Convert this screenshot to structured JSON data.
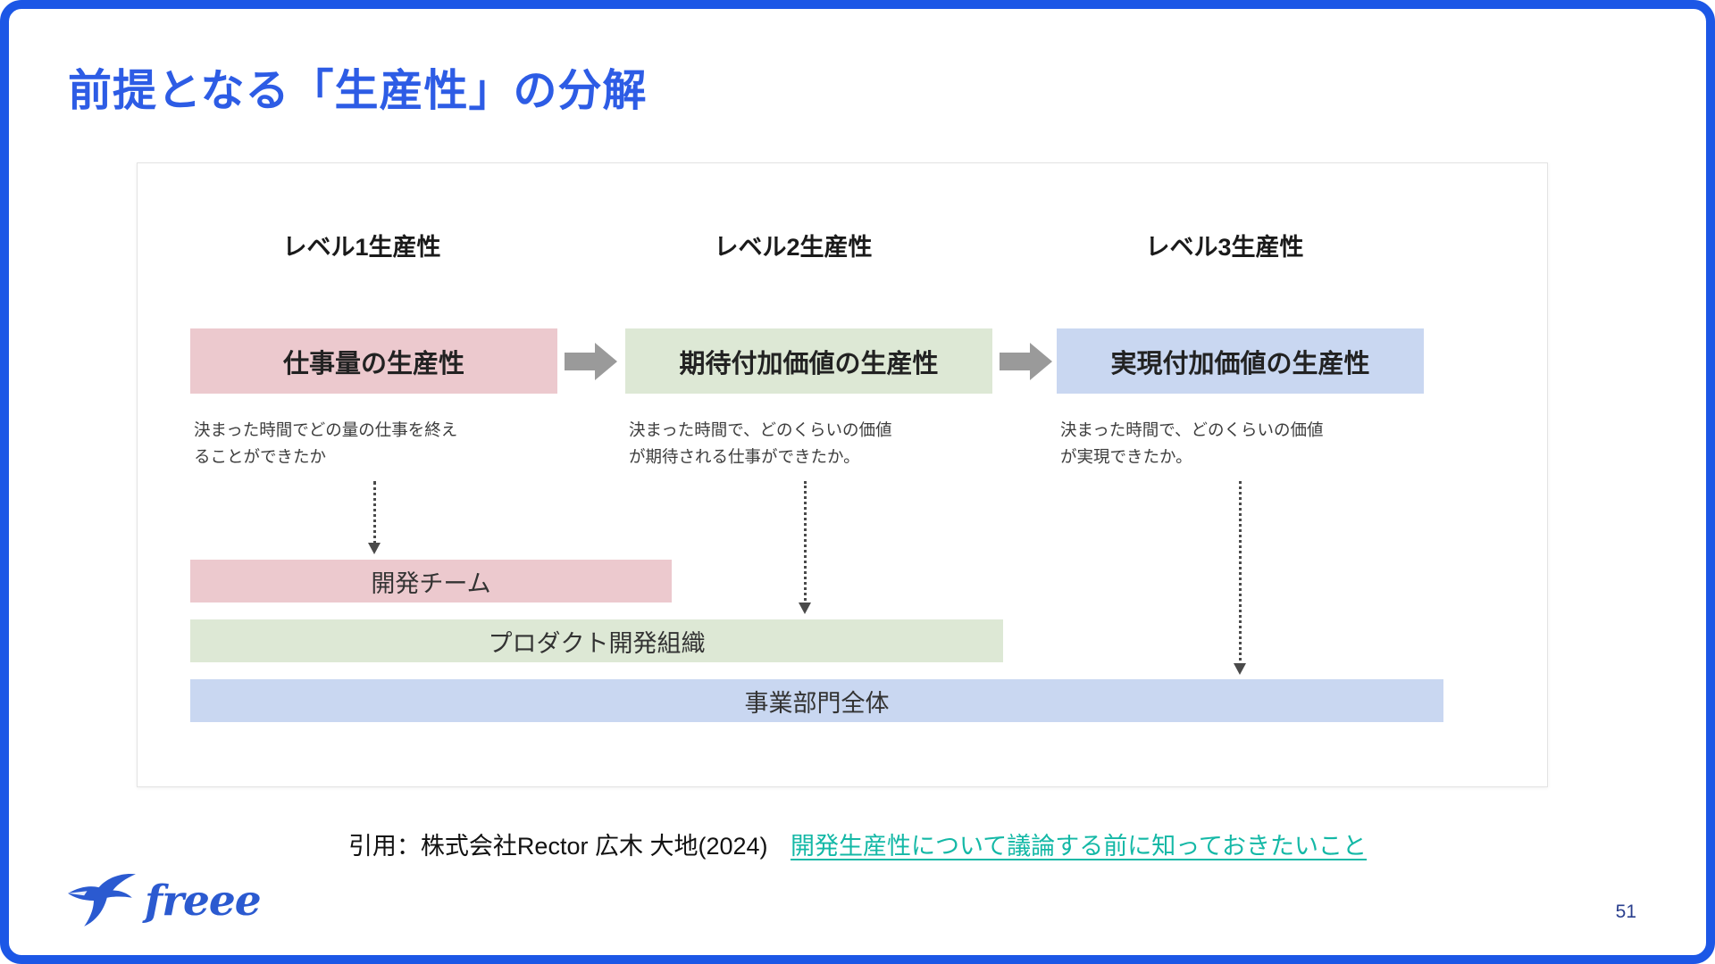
{
  "slide": {
    "title": "前提となる「生産性」の分解",
    "page_number": "51",
    "accent_color": "#1c57e6",
    "logo_text": "freee"
  },
  "diagram": {
    "levels": [
      {
        "header": "レベル1生産性",
        "box_label": "仕事量の生産性",
        "box_color": "#ecc9ce",
        "description": "決まった時間でどの量の仕事を終え\nることができたか"
      },
      {
        "header": "レベル2生産性",
        "box_label": "期待付加価値の生産性",
        "box_color": "#dde8d5",
        "description": "決まった時間で、どのくらいの価値\nが期待される仕事ができたか。"
      },
      {
        "header": "レベル3生産性",
        "box_label": "実現付加価値の生産性",
        "box_color": "#c9d7f1",
        "description": "決まった時間で、どのくらいの価値\nが実現できたか。"
      }
    ],
    "scopes": [
      {
        "label": "開発チーム",
        "color": "#ecc9ce"
      },
      {
        "label": "プロダクト開発組織",
        "color": "#dde8d5"
      },
      {
        "label": "事業部門全体",
        "color": "#c9d7f1"
      }
    ],
    "arrow_color": "#9a9a9a"
  },
  "citation": {
    "prefix": "引用：株式会社Rector 広木 大地(2024)",
    "link_text": "開発生産性について議論する前に知っておきたいこと",
    "link_color": "#14b8a6"
  }
}
